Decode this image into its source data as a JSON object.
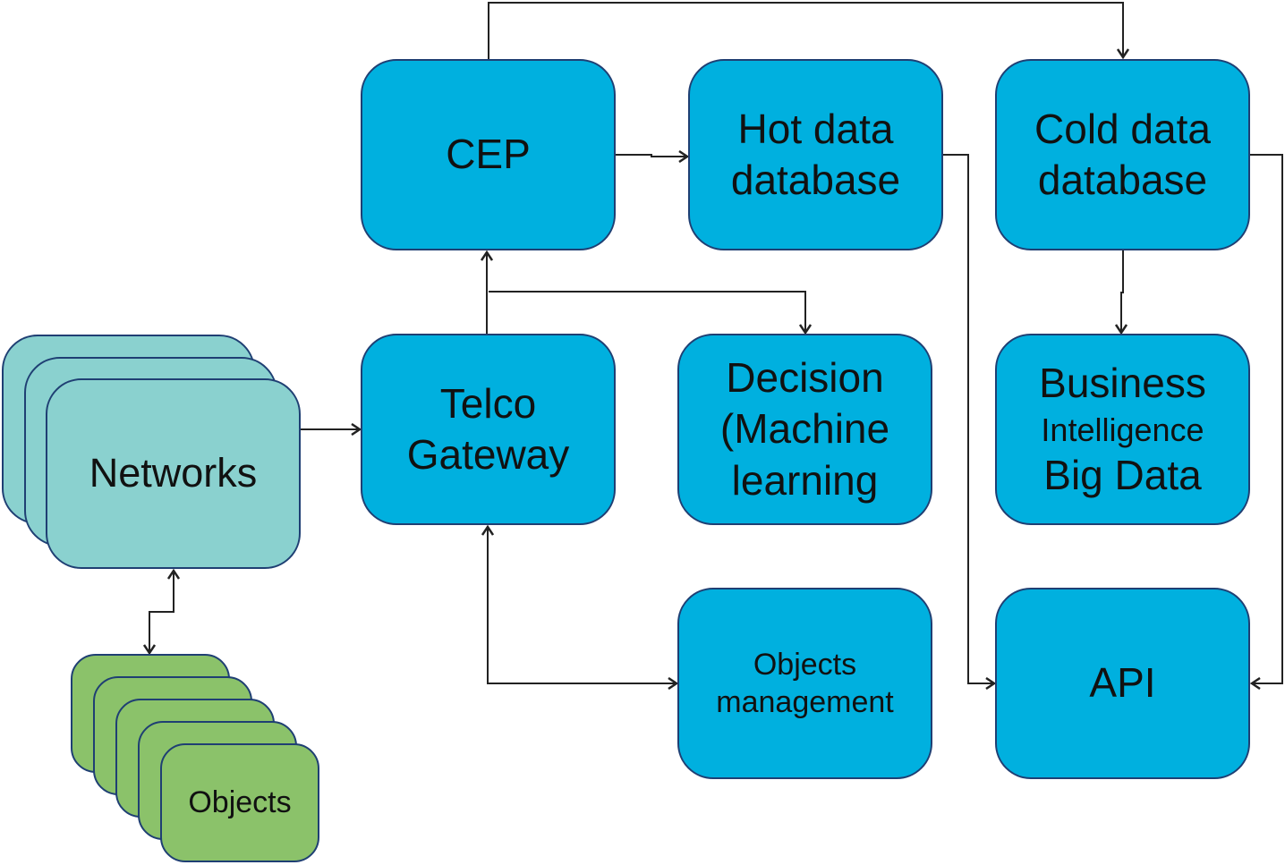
{
  "colors": {
    "primary_box": "#00b0df",
    "network_box": "#8ad1cf",
    "object_box": "#8bc26a",
    "border": "#1f3f73",
    "connector": "#222222"
  },
  "nodes": {
    "cep": {
      "lines": [
        "CEP"
      ]
    },
    "hot_db": {
      "lines": [
        "Hot data",
        "database"
      ]
    },
    "cold_db": {
      "lines": [
        "Cold data",
        "database"
      ]
    },
    "telco_gateway": {
      "lines": [
        "Telco",
        "Gateway"
      ]
    },
    "decision": {
      "lines": [
        "Decision",
        "(Machine",
        "learning"
      ]
    },
    "business_intelligence": {
      "lines": [
        "Business",
        "Intelligence",
        "Big Data"
      ]
    },
    "objects_management": {
      "lines": [
        "Objects",
        "management"
      ]
    },
    "api": {
      "lines": [
        "API"
      ]
    },
    "networks": {
      "lines": [
        "Networks"
      ]
    },
    "objects": {
      "lines": [
        "Objects"
      ]
    }
  },
  "edges": [
    {
      "from": "networks",
      "to": "telco_gateway",
      "direction": "forward"
    },
    {
      "from": "telco_gateway",
      "to": "cep",
      "direction": "forward"
    },
    {
      "from": "telco_gateway",
      "to": "decision",
      "direction": "forward"
    },
    {
      "from": "cep",
      "to": "hot_db",
      "direction": "forward"
    },
    {
      "from": "cep",
      "to": "cold_db",
      "direction": "forward"
    },
    {
      "from": "cold_db",
      "to": "business_intelligence",
      "direction": "forward"
    },
    {
      "from": "hot_db",
      "to": "api",
      "direction": "forward"
    },
    {
      "from": "cold_db",
      "to": "api",
      "direction": "forward"
    },
    {
      "from": "telco_gateway",
      "to": "objects_management",
      "direction": "bidirectional"
    },
    {
      "from": "networks",
      "to": "objects",
      "direction": "bidirectional"
    }
  ]
}
